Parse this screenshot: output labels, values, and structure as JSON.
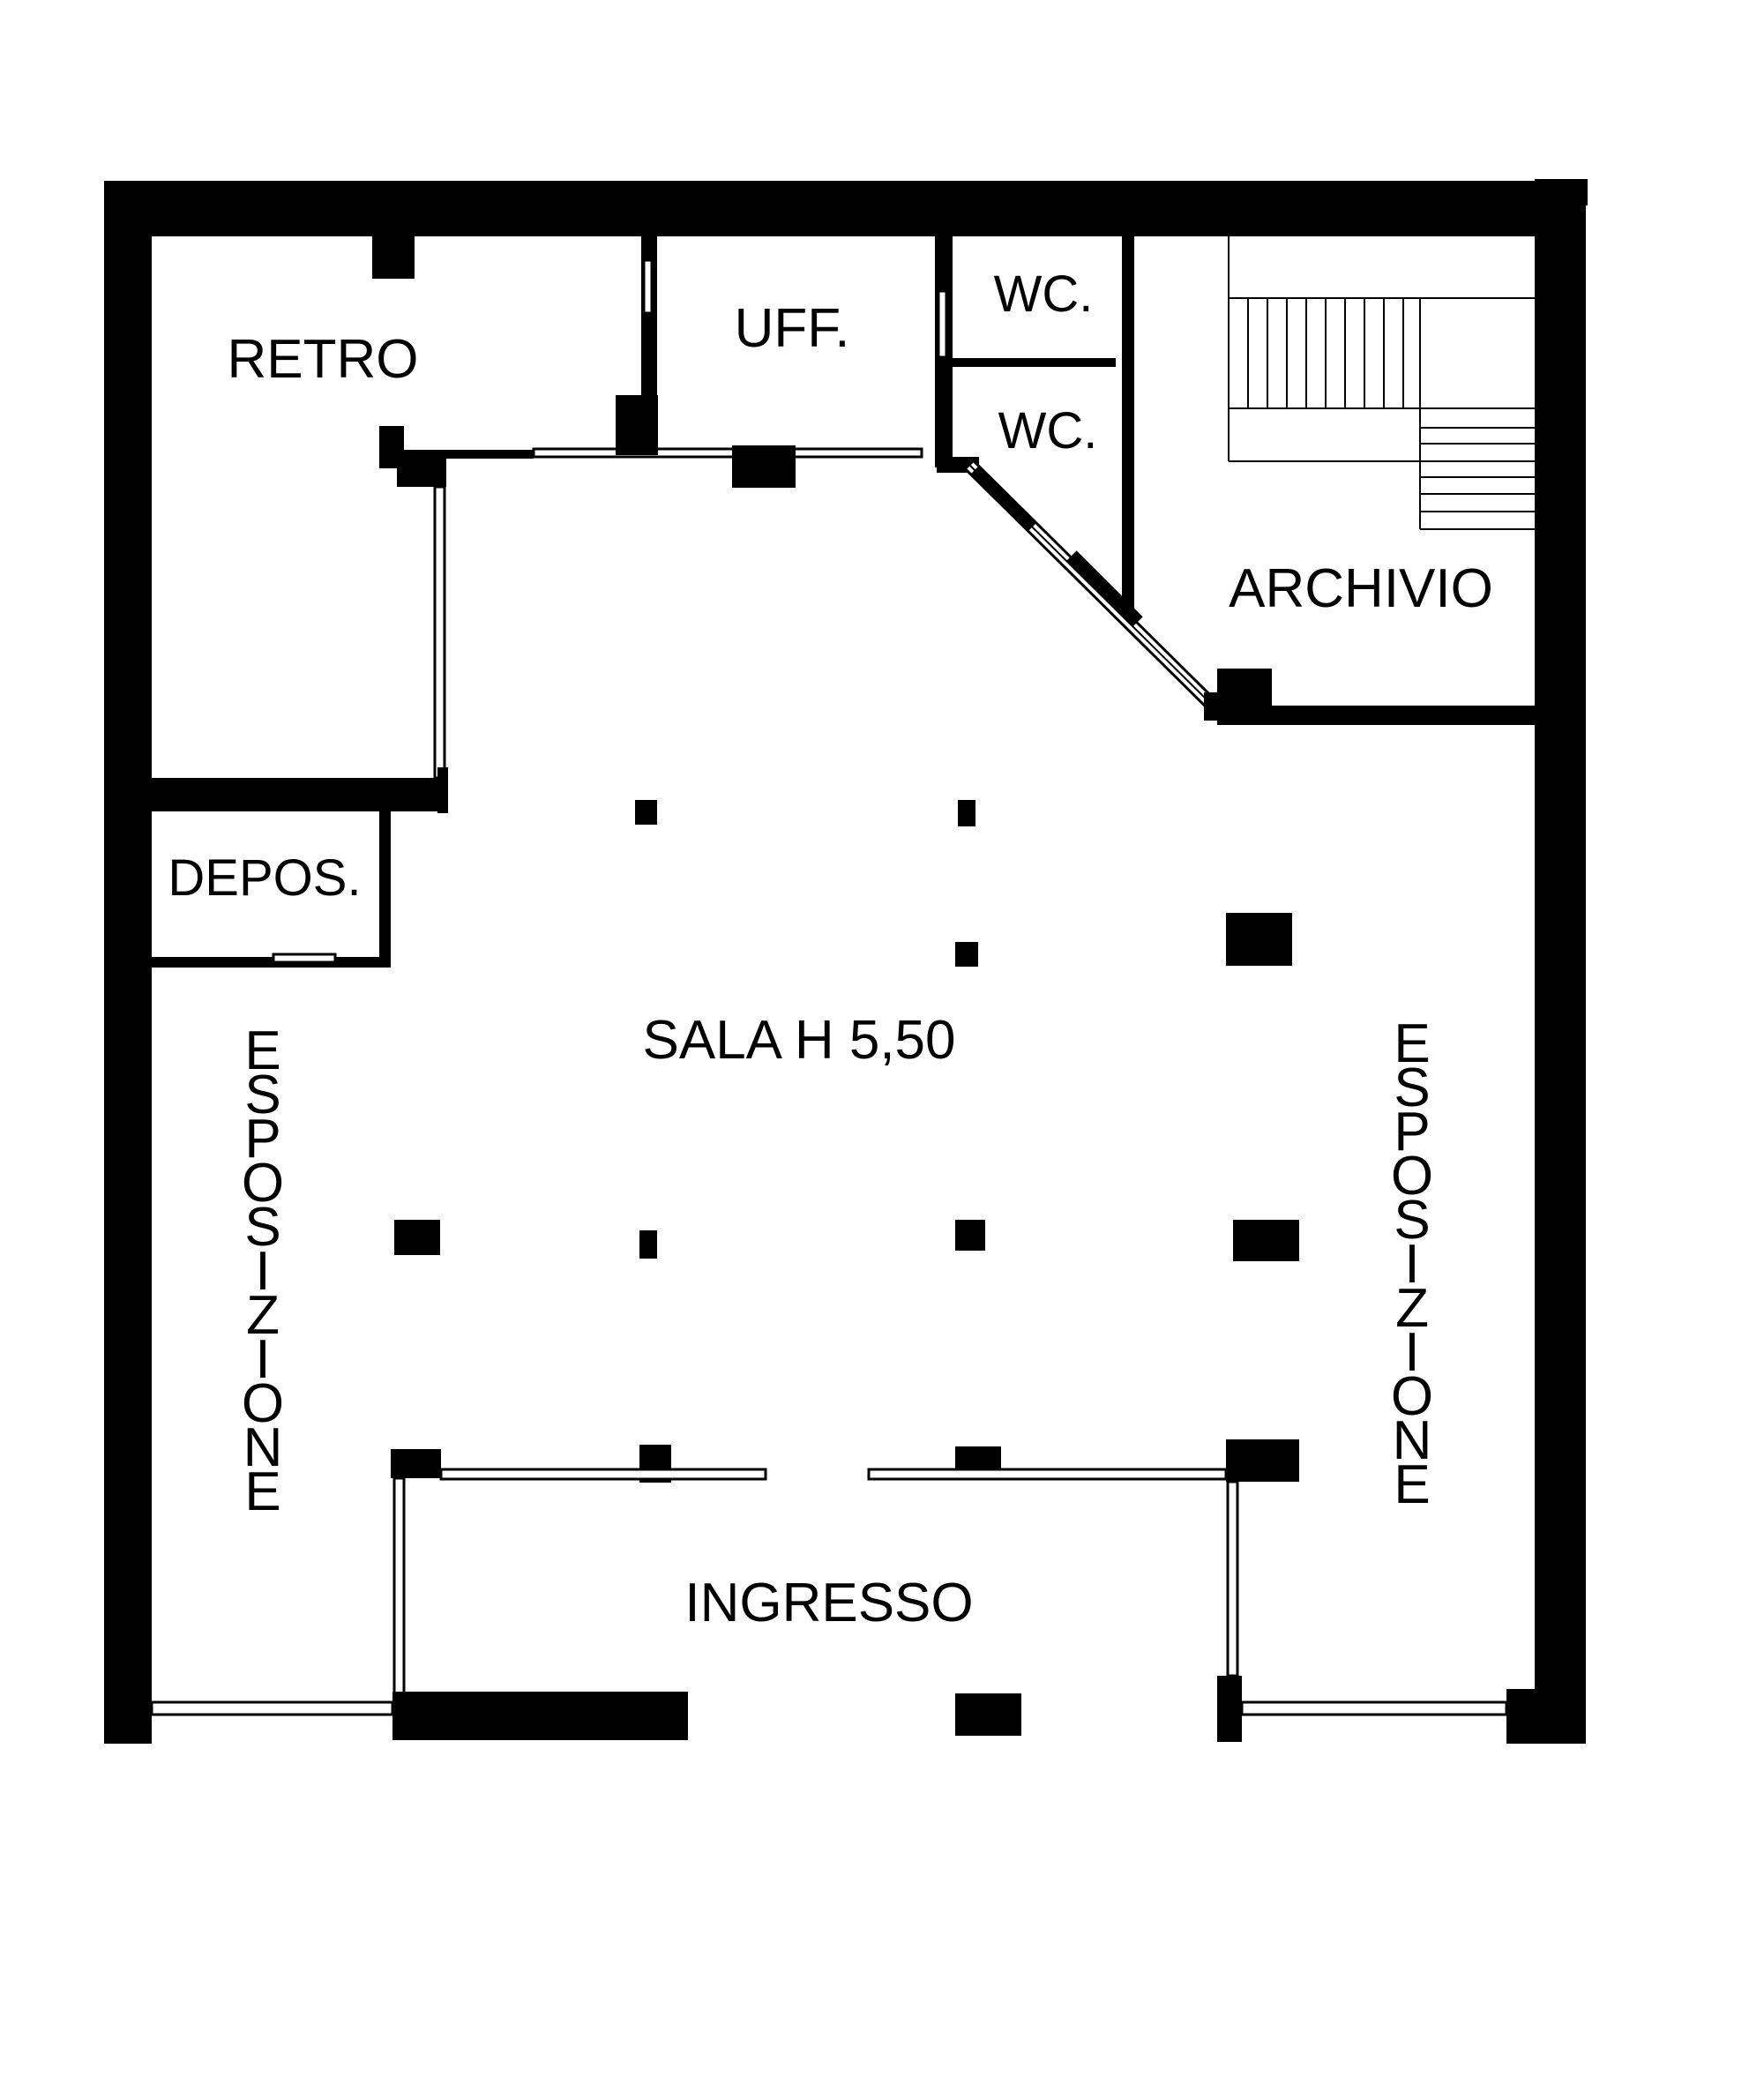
{
  "plan": {
    "rooms": {
      "retro": "RETRO",
      "uff": "UFF.",
      "wc_upper": "WC.",
      "wc_lower": "WC.",
      "archivio": "ARCHIVIO",
      "depos": "DEPOS.",
      "sala": "SALA H 5,50",
      "ingresso": "INGRESSO"
    },
    "esposizione_left": [
      "E",
      "S",
      "P",
      "O",
      "S",
      "I",
      "Z",
      "I",
      "O",
      "N",
      "E"
    ],
    "esposizione_right": [
      "E",
      "S",
      "P",
      "O",
      "S",
      "I",
      "Z",
      "I",
      "O",
      "N",
      "E"
    ]
  },
  "colors": {
    "wall": "#000000",
    "background": "#ffffff"
  }
}
